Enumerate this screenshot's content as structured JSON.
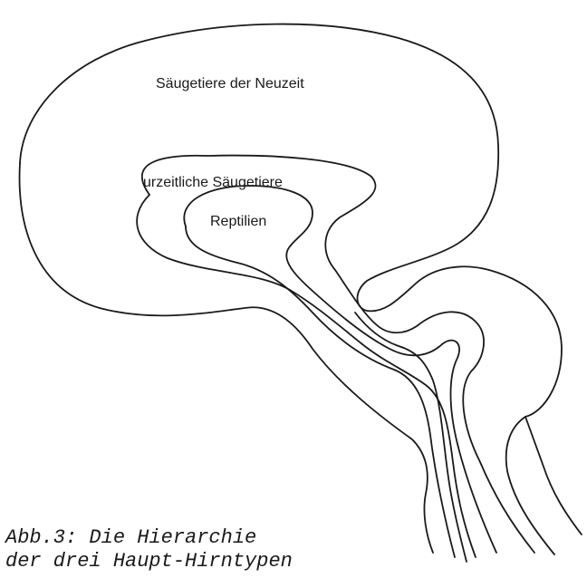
{
  "diagram": {
    "regions": [
      {
        "id": "neocortex",
        "label": "Säugetiere der Neuzeit"
      },
      {
        "id": "paleomammalian",
        "label": "urzeitliche Säugetiere"
      },
      {
        "id": "reptilian",
        "label": "Reptilien"
      }
    ]
  },
  "caption": {
    "line1": "Abb.3: Die Hierarchie",
    "line2": "der drei Haupt-Hirntypen"
  }
}
